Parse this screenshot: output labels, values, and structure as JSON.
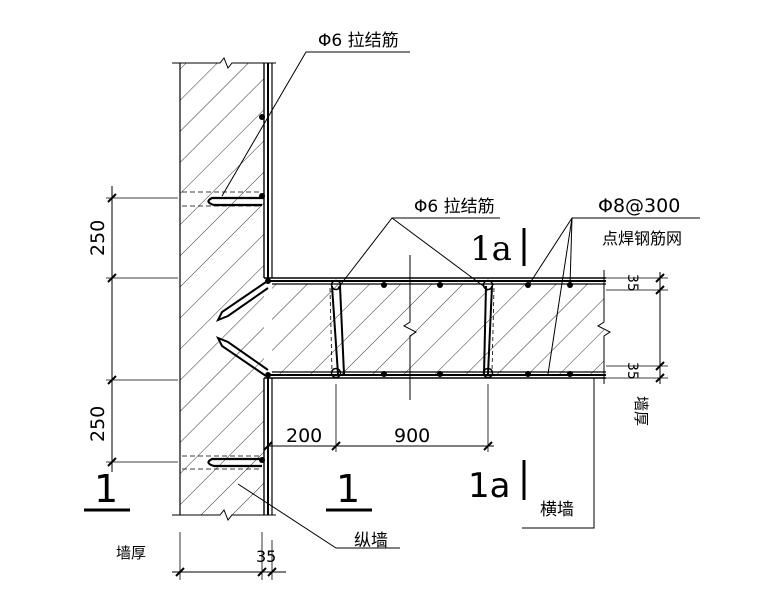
{
  "labels": {
    "tie_bar_upper": "Φ6 拉结筋",
    "tie_bar_mid": "Φ6 拉结筋",
    "mesh_spec": "Φ8@300",
    "mesh_name": "点焊钢筋网",
    "section_mark_top": "1a",
    "section_mark_bottom": "1a",
    "section_1_left": "1",
    "section_1_mid": "1",
    "longitudinal_wall": "纵墙",
    "transverse_wall": "横墙",
    "wall_thickness_left": "墙厚",
    "wall_thickness_right": "墙厚"
  },
  "dimensions": {
    "upper_spacing": "250",
    "lower_spacing": "250",
    "offset": "200",
    "length": "900",
    "cover_top": "35",
    "cover_bottom": "35",
    "cover_wall": "35"
  },
  "colors": {
    "line": "#000000",
    "background": "#ffffff"
  }
}
